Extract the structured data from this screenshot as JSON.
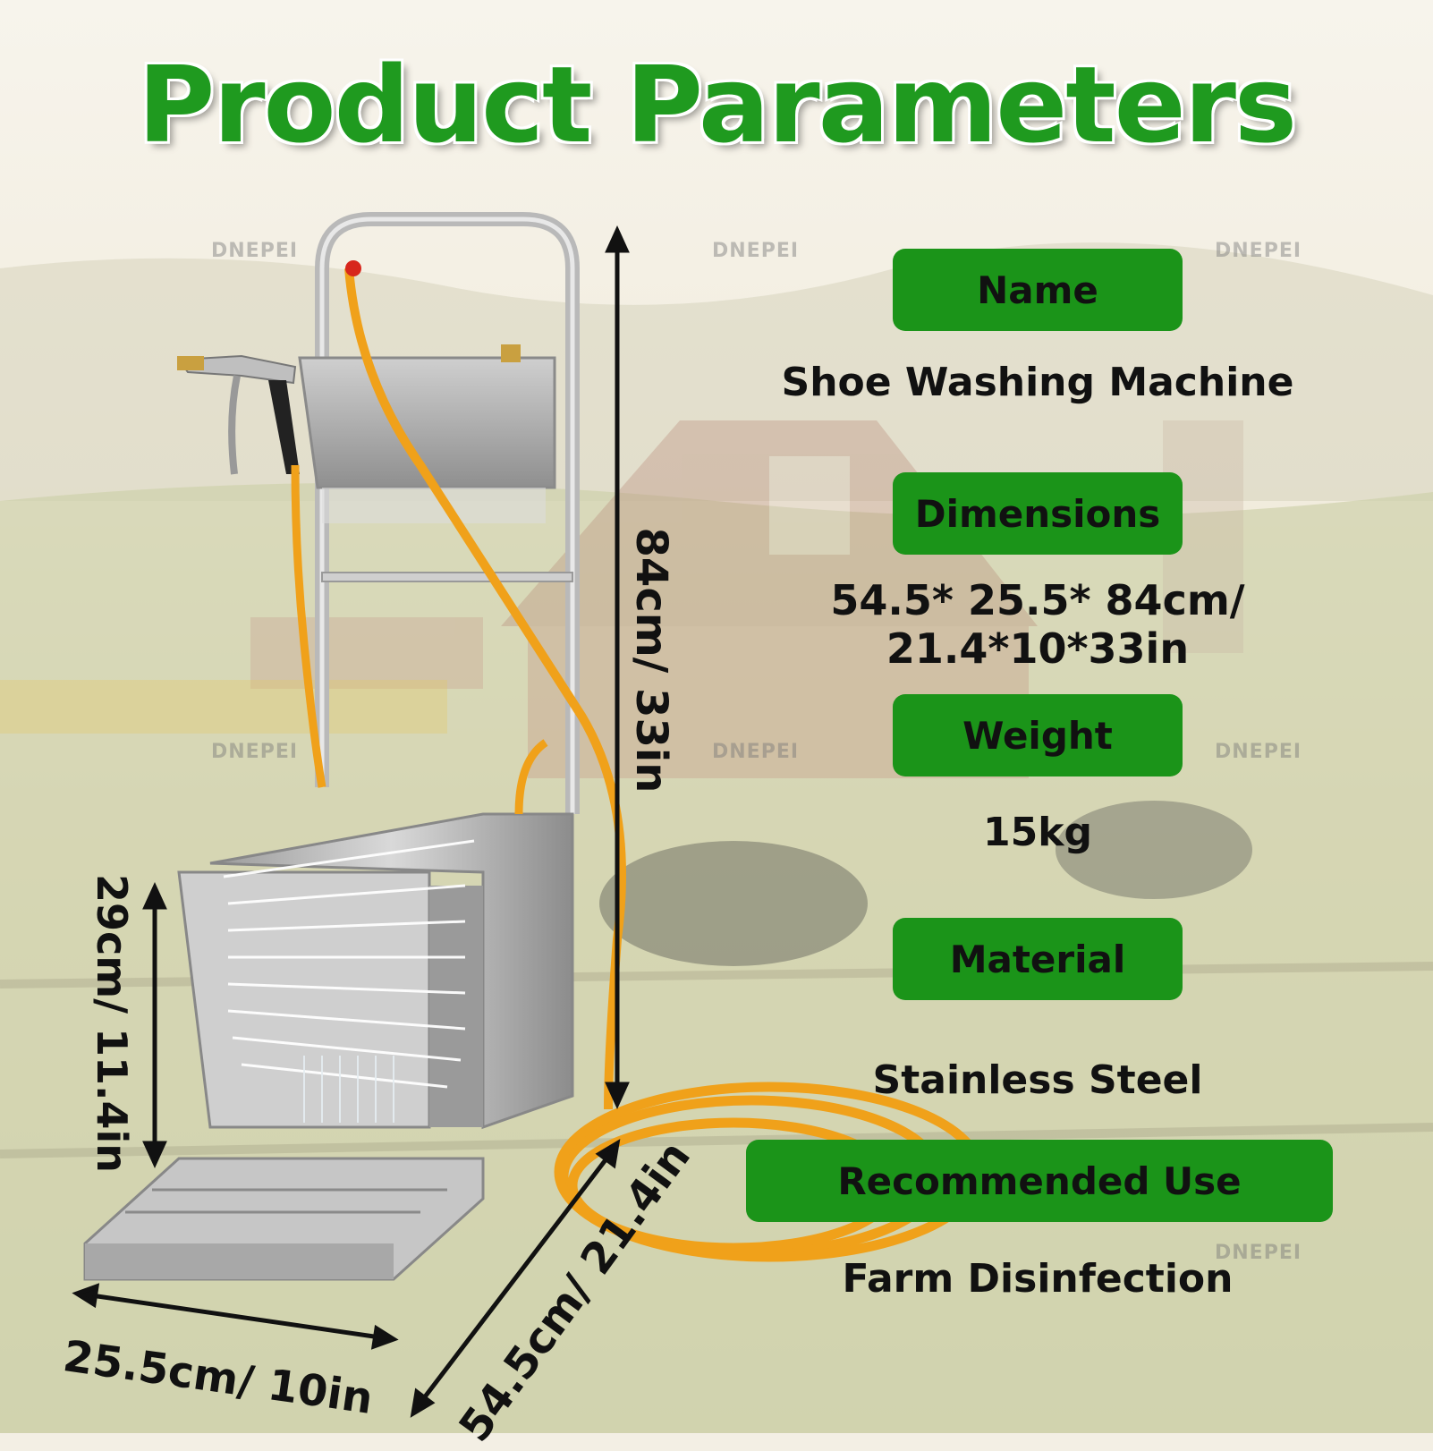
{
  "title": "Product Parameters",
  "watermark": "DNEPEI",
  "colors": {
    "accent_green": "#1b9419",
    "title_green": "#1f9a1f",
    "hose_orange": "#f0a11a"
  },
  "params": [
    {
      "label": "Name",
      "value": "Shoe Washing Machine"
    },
    {
      "label": "Dimensions",
      "value_line1": "54.5* 25.5* 84cm/",
      "value_line2": "21.4*10*33in"
    },
    {
      "label": "Weight",
      "value": "15kg"
    },
    {
      "label": "Material",
      "value": "Stainless Steel"
    },
    {
      "label": "Recommended Use",
      "value": "Farm Disinfection"
    }
  ],
  "dimensions": {
    "height": "84cm/ 33in",
    "brush_height": "29cm/ 11.4in",
    "width": "25.5cm/ 10in",
    "depth": "54.5cm/ 21.4in"
  }
}
